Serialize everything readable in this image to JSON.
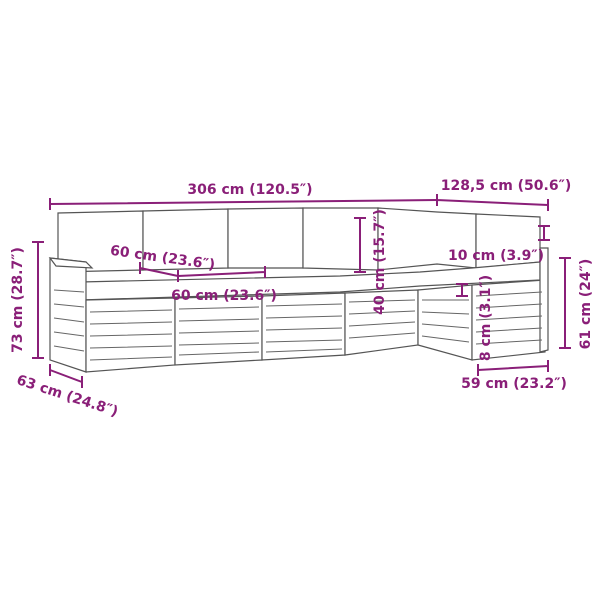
{
  "diagram": {
    "subject": "6-piece modular wooden garden sofa set with cushions",
    "colors": {
      "dimension": "#8a1f78",
      "outline": "#555555",
      "background": "#ffffff"
    },
    "dimensions": {
      "total_width": "306 cm (120.5″)",
      "corner_depth_total": "128,5 cm (50.6″)",
      "total_height": "73 cm (28.7″)",
      "side_depth": "63 cm (24.8″)",
      "seat_depth": "60 cm (23.6″)",
      "seat_width": "60 cm (23.6″)",
      "backrest_height": "40 cm (15.7″)",
      "armrest_thickness": "10 cm (3.9″)",
      "cushion_thickness": "8 cm (3.1″)",
      "corner_height": "61 cm (24″)",
      "corner_width": "59 cm (23.2″)"
    }
  }
}
